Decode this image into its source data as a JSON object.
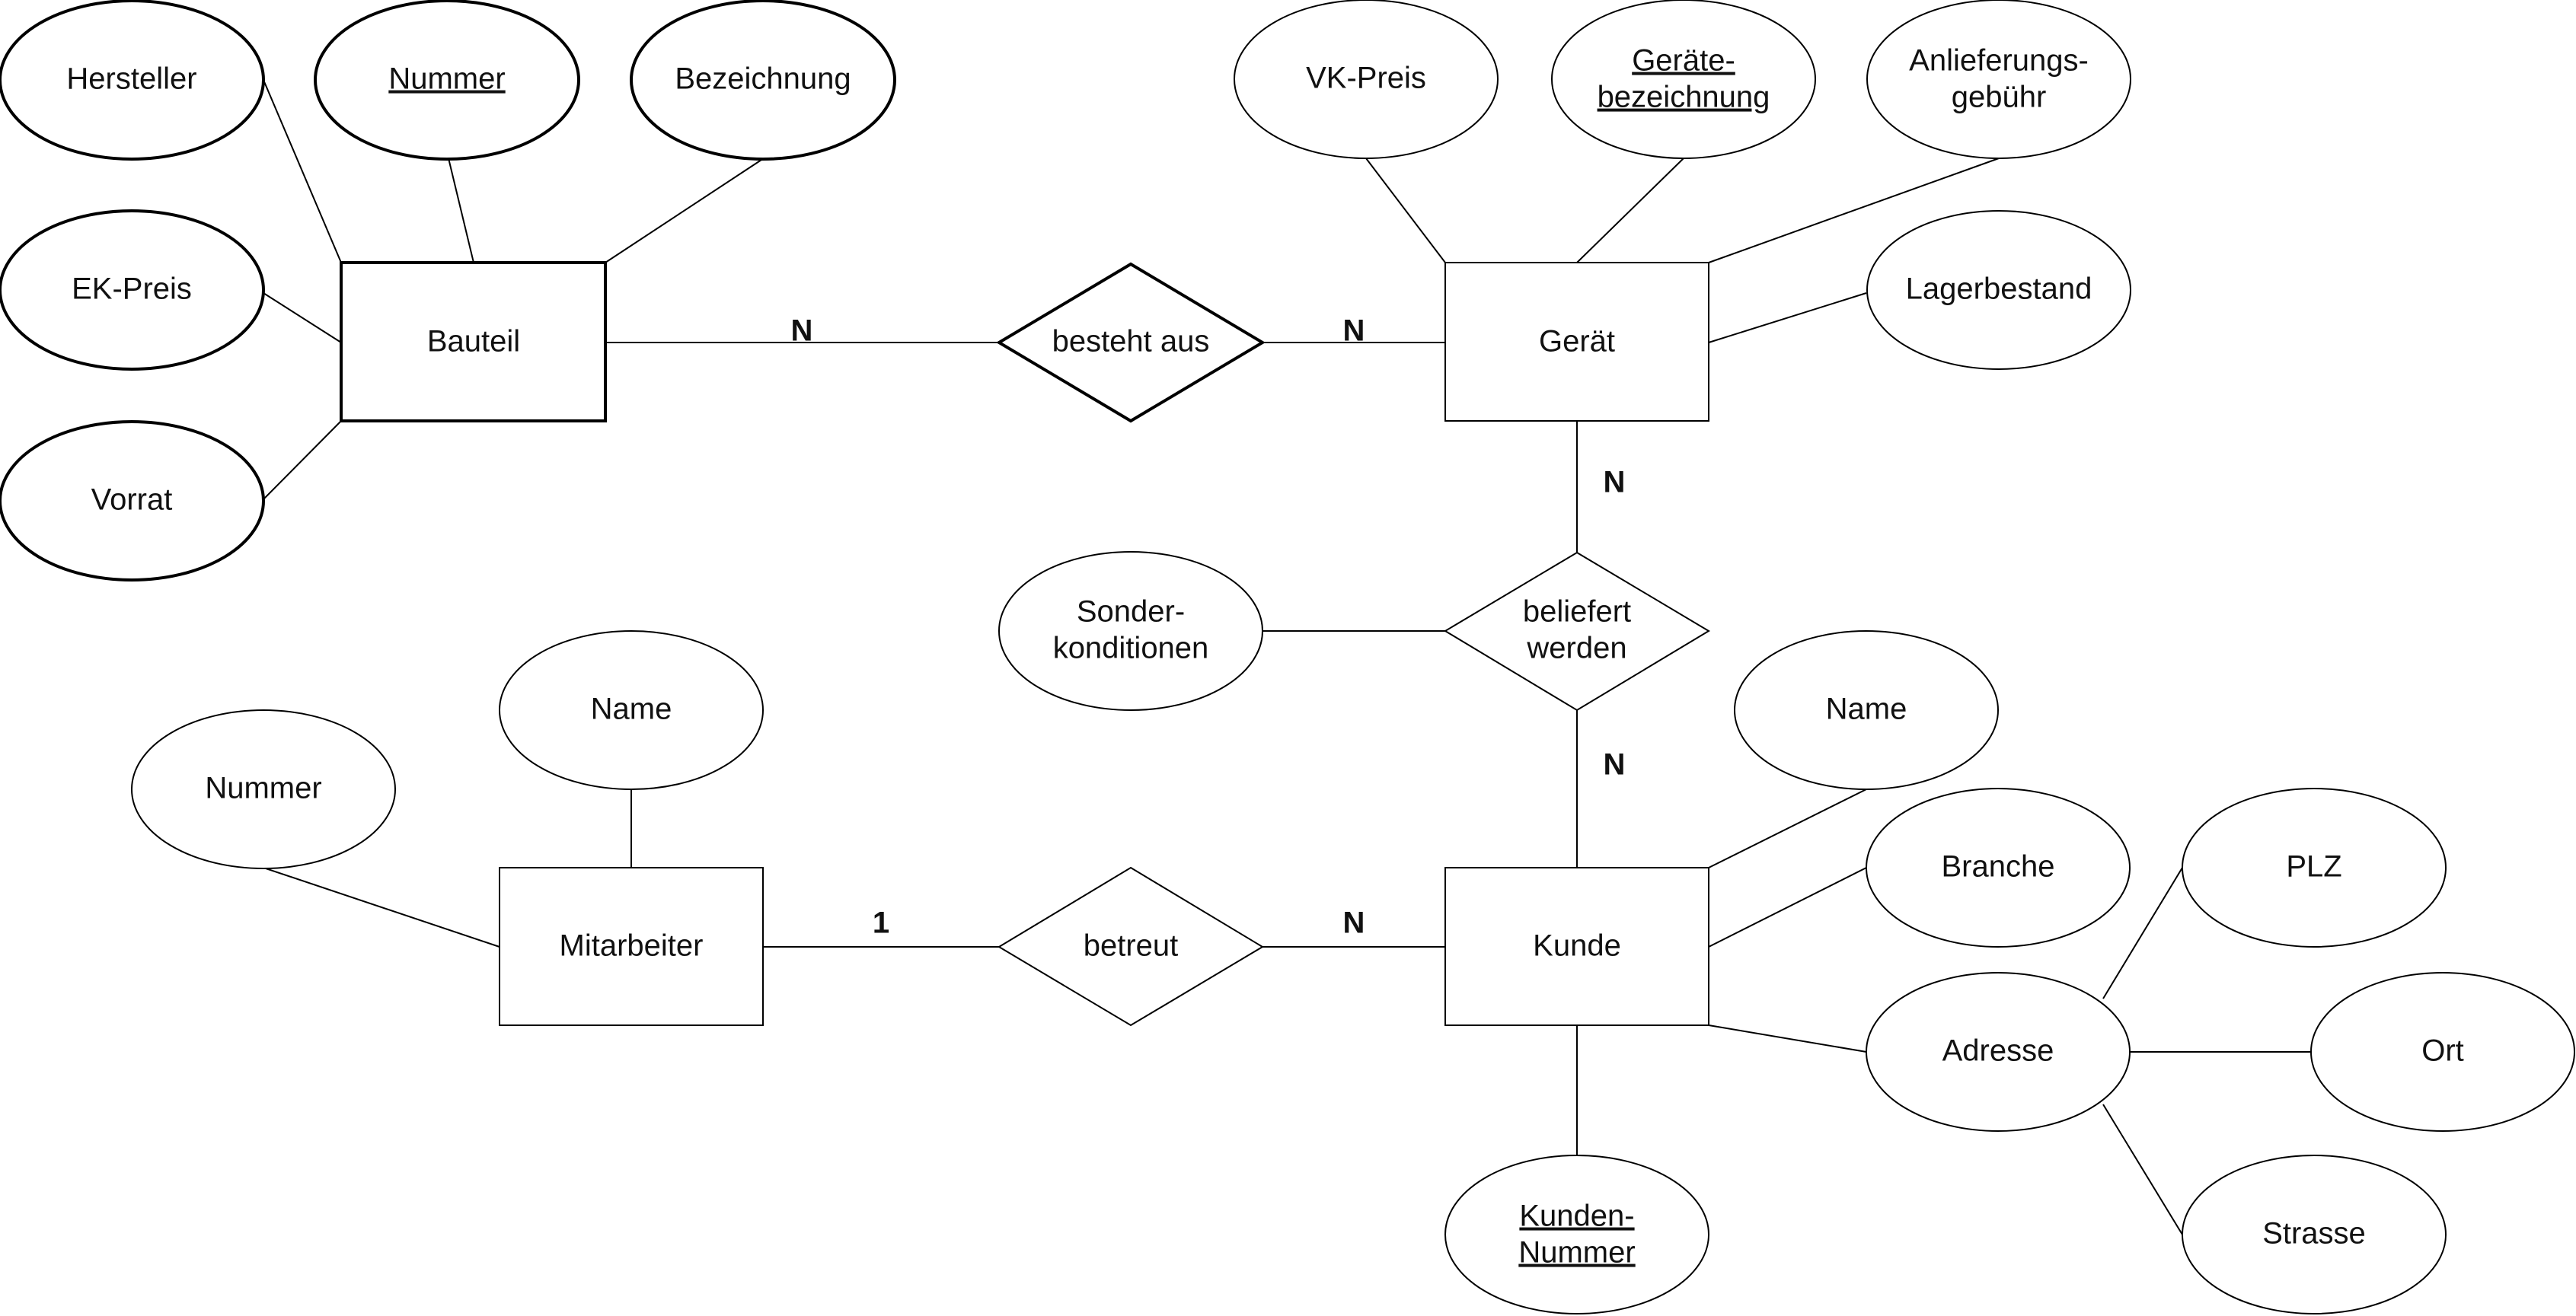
{
  "entities": {
    "bauteil": "Bauteil",
    "geraet": "Gerät",
    "mitarbeiter": "Mitarbeiter",
    "kunde": "Kunde"
  },
  "relationships": {
    "besteht_aus": "besteht aus",
    "beliefert_werden": [
      "beliefert",
      "werden"
    ],
    "betreut": "betreut"
  },
  "attributes": {
    "bauteil_hersteller": "Hersteller",
    "bauteil_nummer": "Nummer",
    "bauteil_bezeichnung": "Bezeichnung",
    "bauteil_ek_preis": "EK-Preis",
    "bauteil_vorrat": "Vorrat",
    "geraet_vk_preis": "VK-Preis",
    "geraet_bezeichnung": [
      "Geräte-",
      "bezeichnung"
    ],
    "geraet_anlieferungsgebuehr": [
      "Anlieferungs-",
      "gebühr"
    ],
    "geraet_lagerbestand": "Lagerbestand",
    "sonderkonditionen": [
      "Sonder-",
      "konditionen"
    ],
    "mitarbeiter_nummer": "Nummer",
    "mitarbeiter_name": "Name",
    "kunde_name": "Name",
    "kunde_branche": "Branche",
    "kunde_adresse": "Adresse",
    "adresse_plz": "PLZ",
    "adresse_ort": "Ort",
    "adresse_strasse": "Strasse",
    "kunde_nummer": [
      "Kunden-",
      "Nummer"
    ]
  },
  "cardinalities": {
    "bauteil_besteht_aus": "N",
    "geraet_besteht_aus": "N",
    "geraet_beliefert": "N",
    "kunde_beliefert": "N",
    "mitarbeiter_betreut": "1",
    "kunde_betreut": "N"
  },
  "colors": {
    "stroke": "#000000",
    "fill": "#ffffff",
    "text": "#111111"
  }
}
